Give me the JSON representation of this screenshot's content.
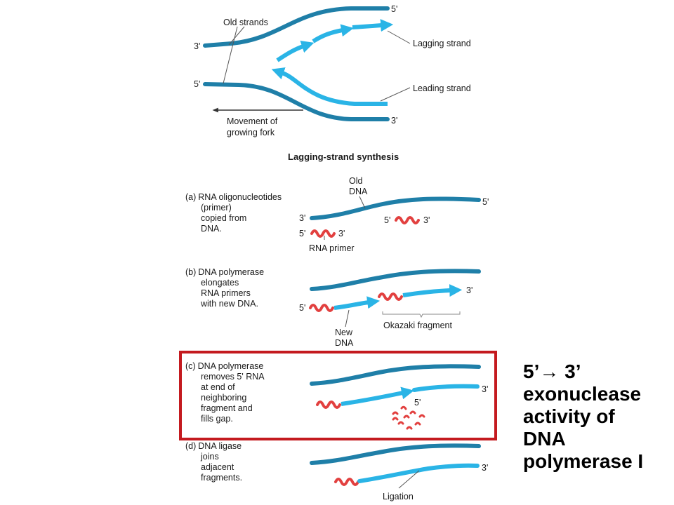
{
  "colors": {
    "dark_strand": "#1f7fa8",
    "light_strand": "#2ab4e6",
    "rna": "#e2403f",
    "highlight_box": "#c41a1f",
    "label": "#1a1a1a"
  },
  "fork": {
    "old_strands": "Old strands",
    "top_left_3": "3'",
    "top_right_5": "5'",
    "bottom_left_5": "5'",
    "bottom_right_3": "3'",
    "lagging_strand": "Lagging strand",
    "leading_strand": "Leading strand",
    "movement_1": "Movement of",
    "movement_2": "growing fork"
  },
  "heading": "Lagging-strand synthesis",
  "step_a": {
    "tag": "(a)",
    "lines": [
      "RNA oligonucleotides",
      "(primer)",
      "copied from",
      "DNA."
    ],
    "old_dna_1": "Old",
    "old_dna_2": "DNA",
    "left_3": "3'",
    "right_5": "5'",
    "primer1_5": "5'",
    "primer1_3": "3'",
    "primer2_5": "5'",
    "primer2_3": "3'",
    "rna_primer": "RNA primer"
  },
  "step_b": {
    "tag": "(b)",
    "lines": [
      "DNA polymerase",
      "elongates",
      "RNA primers",
      "with new DNA."
    ],
    "left_5": "5'",
    "right_3": "3'",
    "new_dna_1": "New",
    "new_dna_2": "DNA",
    "okazaki": "Okazaki fragment"
  },
  "step_c": {
    "tag": "(c)",
    "lines": [
      "DNA polymerase",
      "removes 5' RNA",
      "at end of",
      "neighboring",
      "fragment and",
      "fills gap."
    ],
    "mid_5": "5'",
    "right_3": "3'"
  },
  "step_d": {
    "tag": "(d)",
    "lines": [
      "DNA ligase",
      "joins",
      "adjacent",
      "fragments."
    ],
    "right_3": "3'",
    "ligation": "Ligation"
  },
  "side_note": {
    "line1_a": "5’",
    "arrow": "→",
    "line1_b": " 3’",
    "line2": "exonuclease",
    "line3": "activity of",
    "line4": "DNA",
    "line5": "polymerase I"
  }
}
